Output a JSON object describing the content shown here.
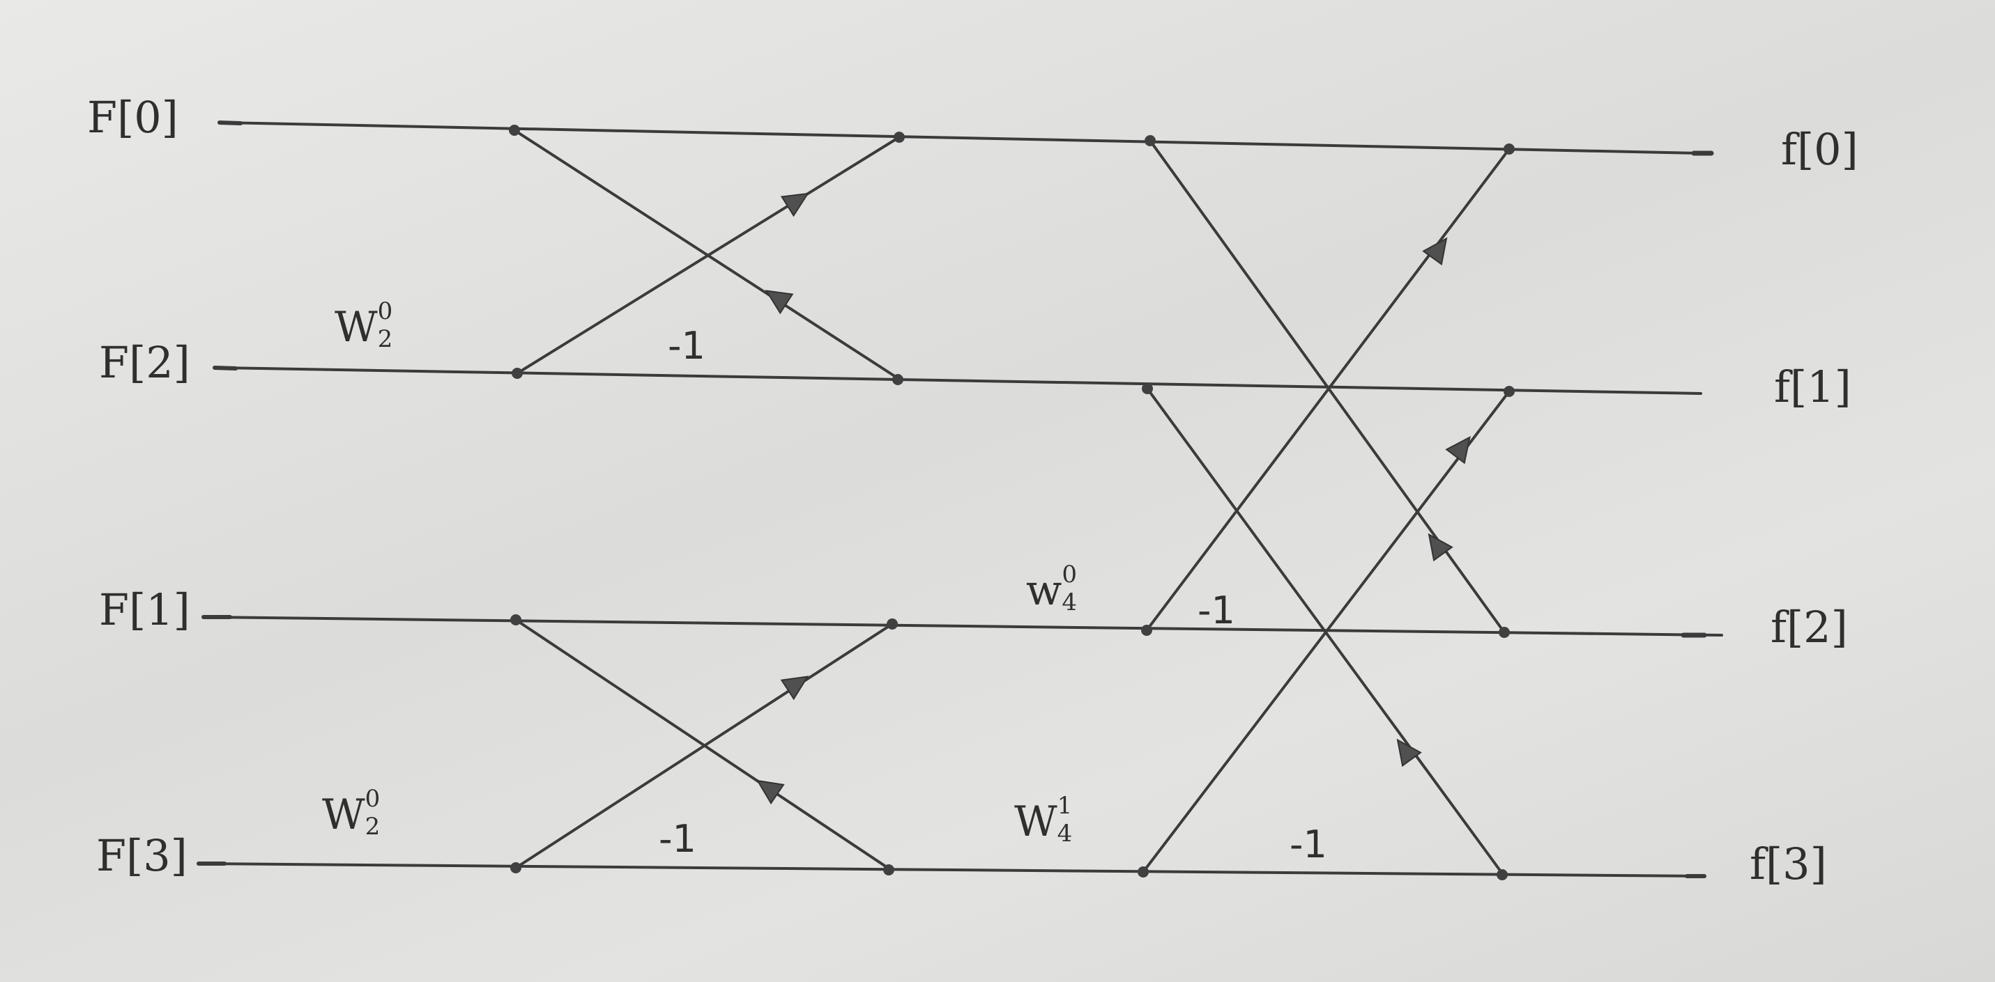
{
  "inputs": [
    "F[0]",
    "F[2]",
    "F[1]",
    "F[3]"
  ],
  "outputs": [
    "f[0]",
    "f[1]",
    "f[2]",
    "f[3]"
  ],
  "twiddles": {
    "w2_top": {
      "base": "W",
      "sub": "2",
      "sup": "0"
    },
    "w2_bottom": {
      "base": "W",
      "sub": "2",
      "sup": "0"
    },
    "w4_0": {
      "base": "w",
      "sub": "4",
      "sup": "0"
    },
    "w4_1": {
      "base": "W",
      "sub": "4",
      "sup": "1"
    }
  },
  "minus_labels": {
    "stage1_top": "-1",
    "stage1_bottom": "-1",
    "stage2_row2": "-1",
    "stage2_row3": "-1"
  }
}
